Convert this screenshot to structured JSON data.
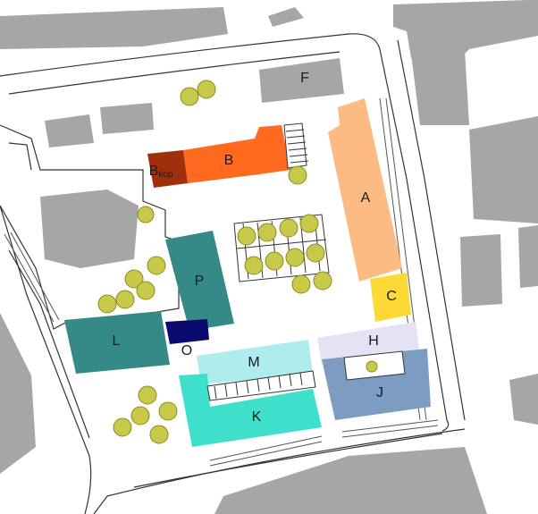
{
  "buildings": [
    {
      "id": "A",
      "label": "A",
      "color": "#FDBB84"
    },
    {
      "id": "B",
      "label": "B",
      "color": "#FF6A1F"
    },
    {
      "id": "Bkop",
      "label": "B",
      "sub": "kop",
      "color": "#A0300D"
    },
    {
      "id": "C",
      "label": "C",
      "color": "#FDD935"
    },
    {
      "id": "F",
      "label": "F",
      "color": "#A6A6A6"
    },
    {
      "id": "H",
      "label": "H",
      "color": "#E3E3F5"
    },
    {
      "id": "J",
      "label": "J",
      "color": "#7D9CC2"
    },
    {
      "id": "K",
      "label": "K",
      "color": "#3FE0CB"
    },
    {
      "id": "L",
      "label": "L",
      "color": "#AEECEE"
    },
    {
      "id": "M",
      "label": "M",
      "color": "#358A88"
    },
    {
      "id": "O",
      "label": "O",
      "color": "#0A0A6E"
    },
    {
      "id": "P",
      "label": "P",
      "color": "#358A88"
    }
  ],
  "colors": {
    "road_outline": "#333333",
    "neighbor_building": "#A6A6A6",
    "tree_fill": "#C8C84A",
    "tree_stroke": "#8C8C20",
    "parking_stroke": "#555555"
  }
}
